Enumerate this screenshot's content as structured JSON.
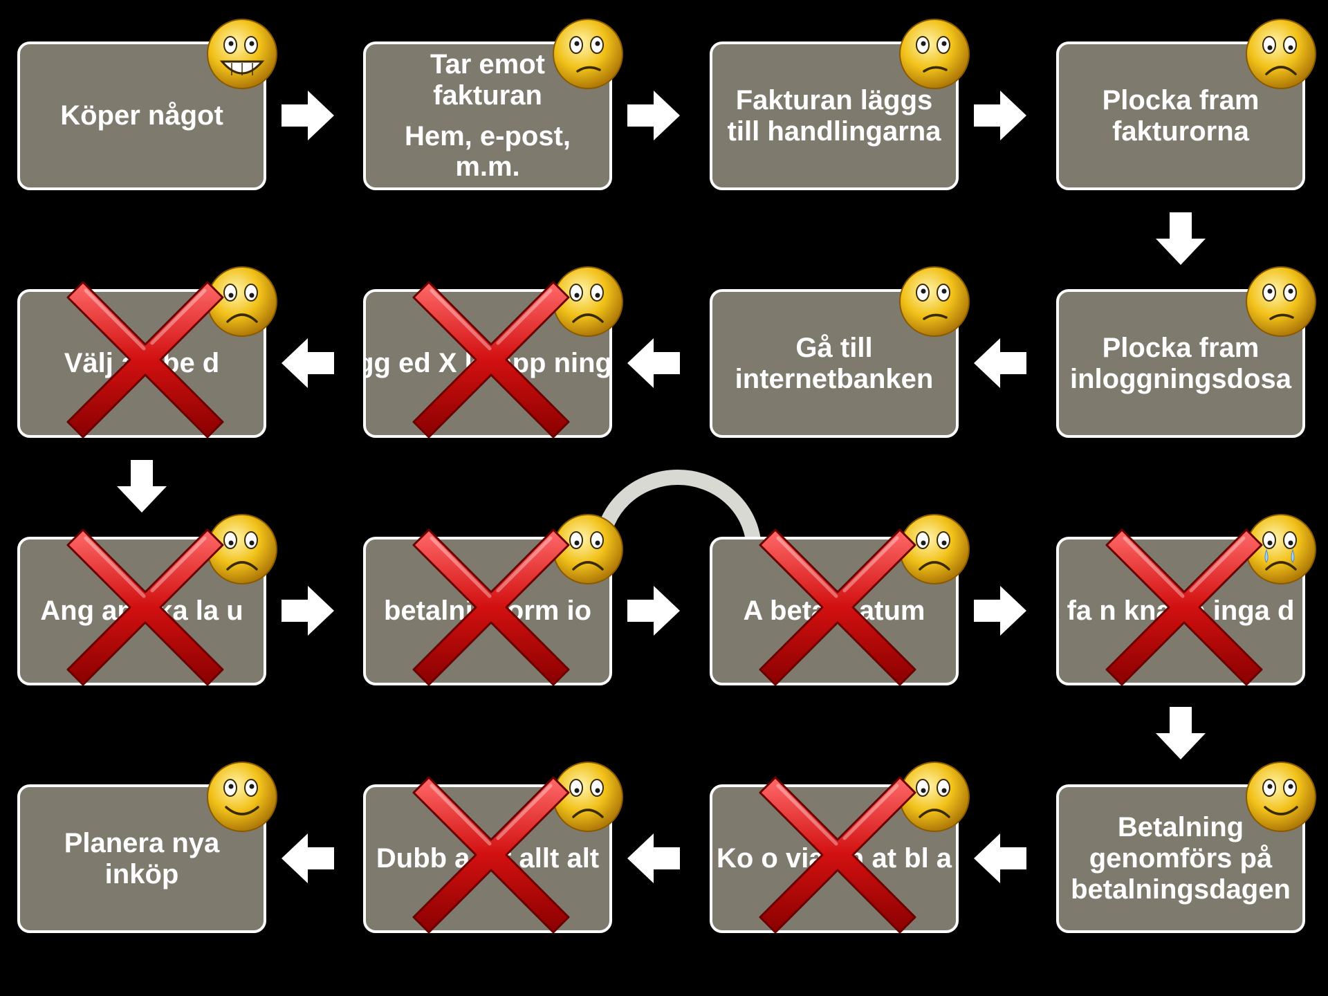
{
  "colors": {
    "background": "#000000",
    "box": "#7e7a6e",
    "border": "#ffffff",
    "text": "#ffffff",
    "cross": "#d21010",
    "smiley": "#f2c21a"
  },
  "steps": [
    {
      "label": "Köper något",
      "sub": "",
      "mood": "grinning",
      "crossed": false
    },
    {
      "label": "Tar emot\nfakturan",
      "sub": "Hem, e-post,\nm.m.",
      "mood": "uneasy",
      "crossed": false
    },
    {
      "label": "Fakturan läggs\ntill handlingarna",
      "sub": "",
      "mood": "uneasy",
      "crossed": false
    },
    {
      "label": "Plocka fram\nfakturorna",
      "sub": "",
      "mood": "sad",
      "crossed": false
    },
    {
      "label": "Plocka fram\ninloggningsdosa",
      "sub": "",
      "mood": "uneasy",
      "crossed": false
    },
    {
      "label": "Gå till\ninternetbanken",
      "sub": "",
      "mood": "uneasy",
      "crossed": false
    },
    {
      "label": "Logg      ed X\nknapp         ninga\n      d",
      "sub": "",
      "mood": "sad",
      "crossed": true
    },
    {
      "label": "Välj        att\nbe          d",
      "sub": "",
      "mood": "sad",
      "crossed": true
    },
    {
      "label": "Ang        an\nska         la\nu",
      "sub": "",
      "mood": "sad",
      "crossed": true
    },
    {
      "label": "betalni       nform\nio",
      "sub": "",
      "mood": "sad",
      "crossed": true
    },
    {
      "label": "A\nbetaln        atum",
      "sub": "",
      "mood": "sad",
      "crossed": true
    },
    {
      "label": "Sk        fa\nn\nknapp        inga\nd do",
      "sub": "",
      "mood": "crying",
      "crossed": true
    },
    {
      "label": "Betalning\ngenomförs på\nbetalningsdagen",
      "sub": "",
      "mood": "happy",
      "crossed": false
    },
    {
      "label": "Ko          o\nvia ba        at bl\na",
      "sub": "",
      "mood": "sad",
      "crossed": true
    },
    {
      "label": "Dubb          a att\nallt           alt",
      "sub": "",
      "mood": "sad",
      "crossed": true
    },
    {
      "label": "Planera nya\ninköp",
      "sub": "",
      "mood": "happy",
      "crossed": false
    }
  ]
}
